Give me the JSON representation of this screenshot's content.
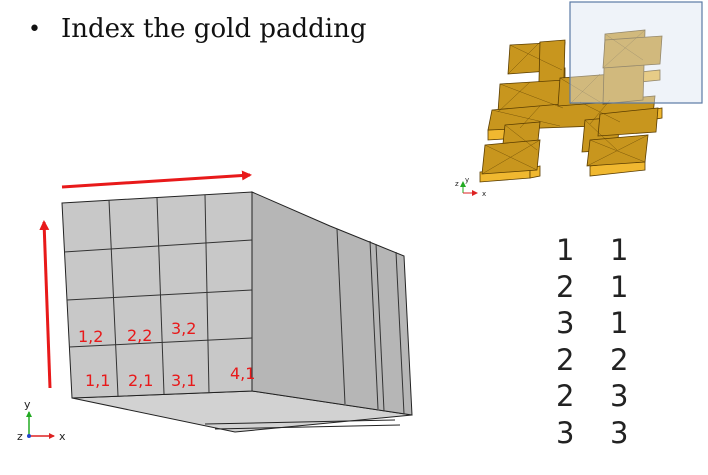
{
  "slide": {
    "bullet_text": "Index the gold padding"
  },
  "cell_labels": [
    "1,2",
    "2,2",
    "3,2",
    "1,1",
    "2,1",
    "3,1",
    "4,1"
  ],
  "axes": {
    "main": {
      "y": "y",
      "z": "z",
      "x": "x"
    },
    "small": {
      "y": "y",
      "z": "z",
      "x": "x"
    }
  },
  "index_pairs": [
    [
      "1",
      "1"
    ],
    [
      "2",
      "1"
    ],
    [
      "3",
      "1"
    ],
    [
      "2",
      "2"
    ],
    [
      "2",
      "3"
    ],
    [
      "3",
      "3"
    ]
  ],
  "colors": {
    "arrow": "#e8191a",
    "label": "#e8191a",
    "block_face": "#c8c8c8",
    "block_side": "#b4b4b4",
    "gold": "#c8961e",
    "highlight_fill": "#dbe5f1",
    "highlight_border": "#5b7aa5"
  }
}
